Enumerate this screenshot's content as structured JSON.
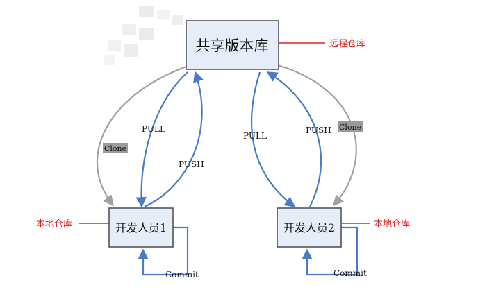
{
  "colors": {
    "box_fill": "#e7edf8",
    "box_stroke": "#4a4a4a",
    "arrow_blue": "#4a7ac8",
    "arrow_gray": "#a0a0a0",
    "annotation_red": "#e02020",
    "clone_badge_bg": "#9a9a9a",
    "text": "#111111"
  },
  "nodes": {
    "remote": {
      "label": "共享版本库"
    },
    "dev1": {
      "label": "开发人员1"
    },
    "dev2": {
      "label": "开发人员2"
    }
  },
  "annotations": {
    "remote_note": "远程仓库",
    "local_note_left": "本地仓库",
    "local_note_right": "本地仓库"
  },
  "edges": {
    "pull_left": "PULL",
    "push_left": "PUSH",
    "clone_left": "Clone",
    "pull_right": "PULL",
    "push_right": "PUSH",
    "clone_right": "Clone",
    "commit_left": "Commit",
    "commit_right": "Commit"
  }
}
